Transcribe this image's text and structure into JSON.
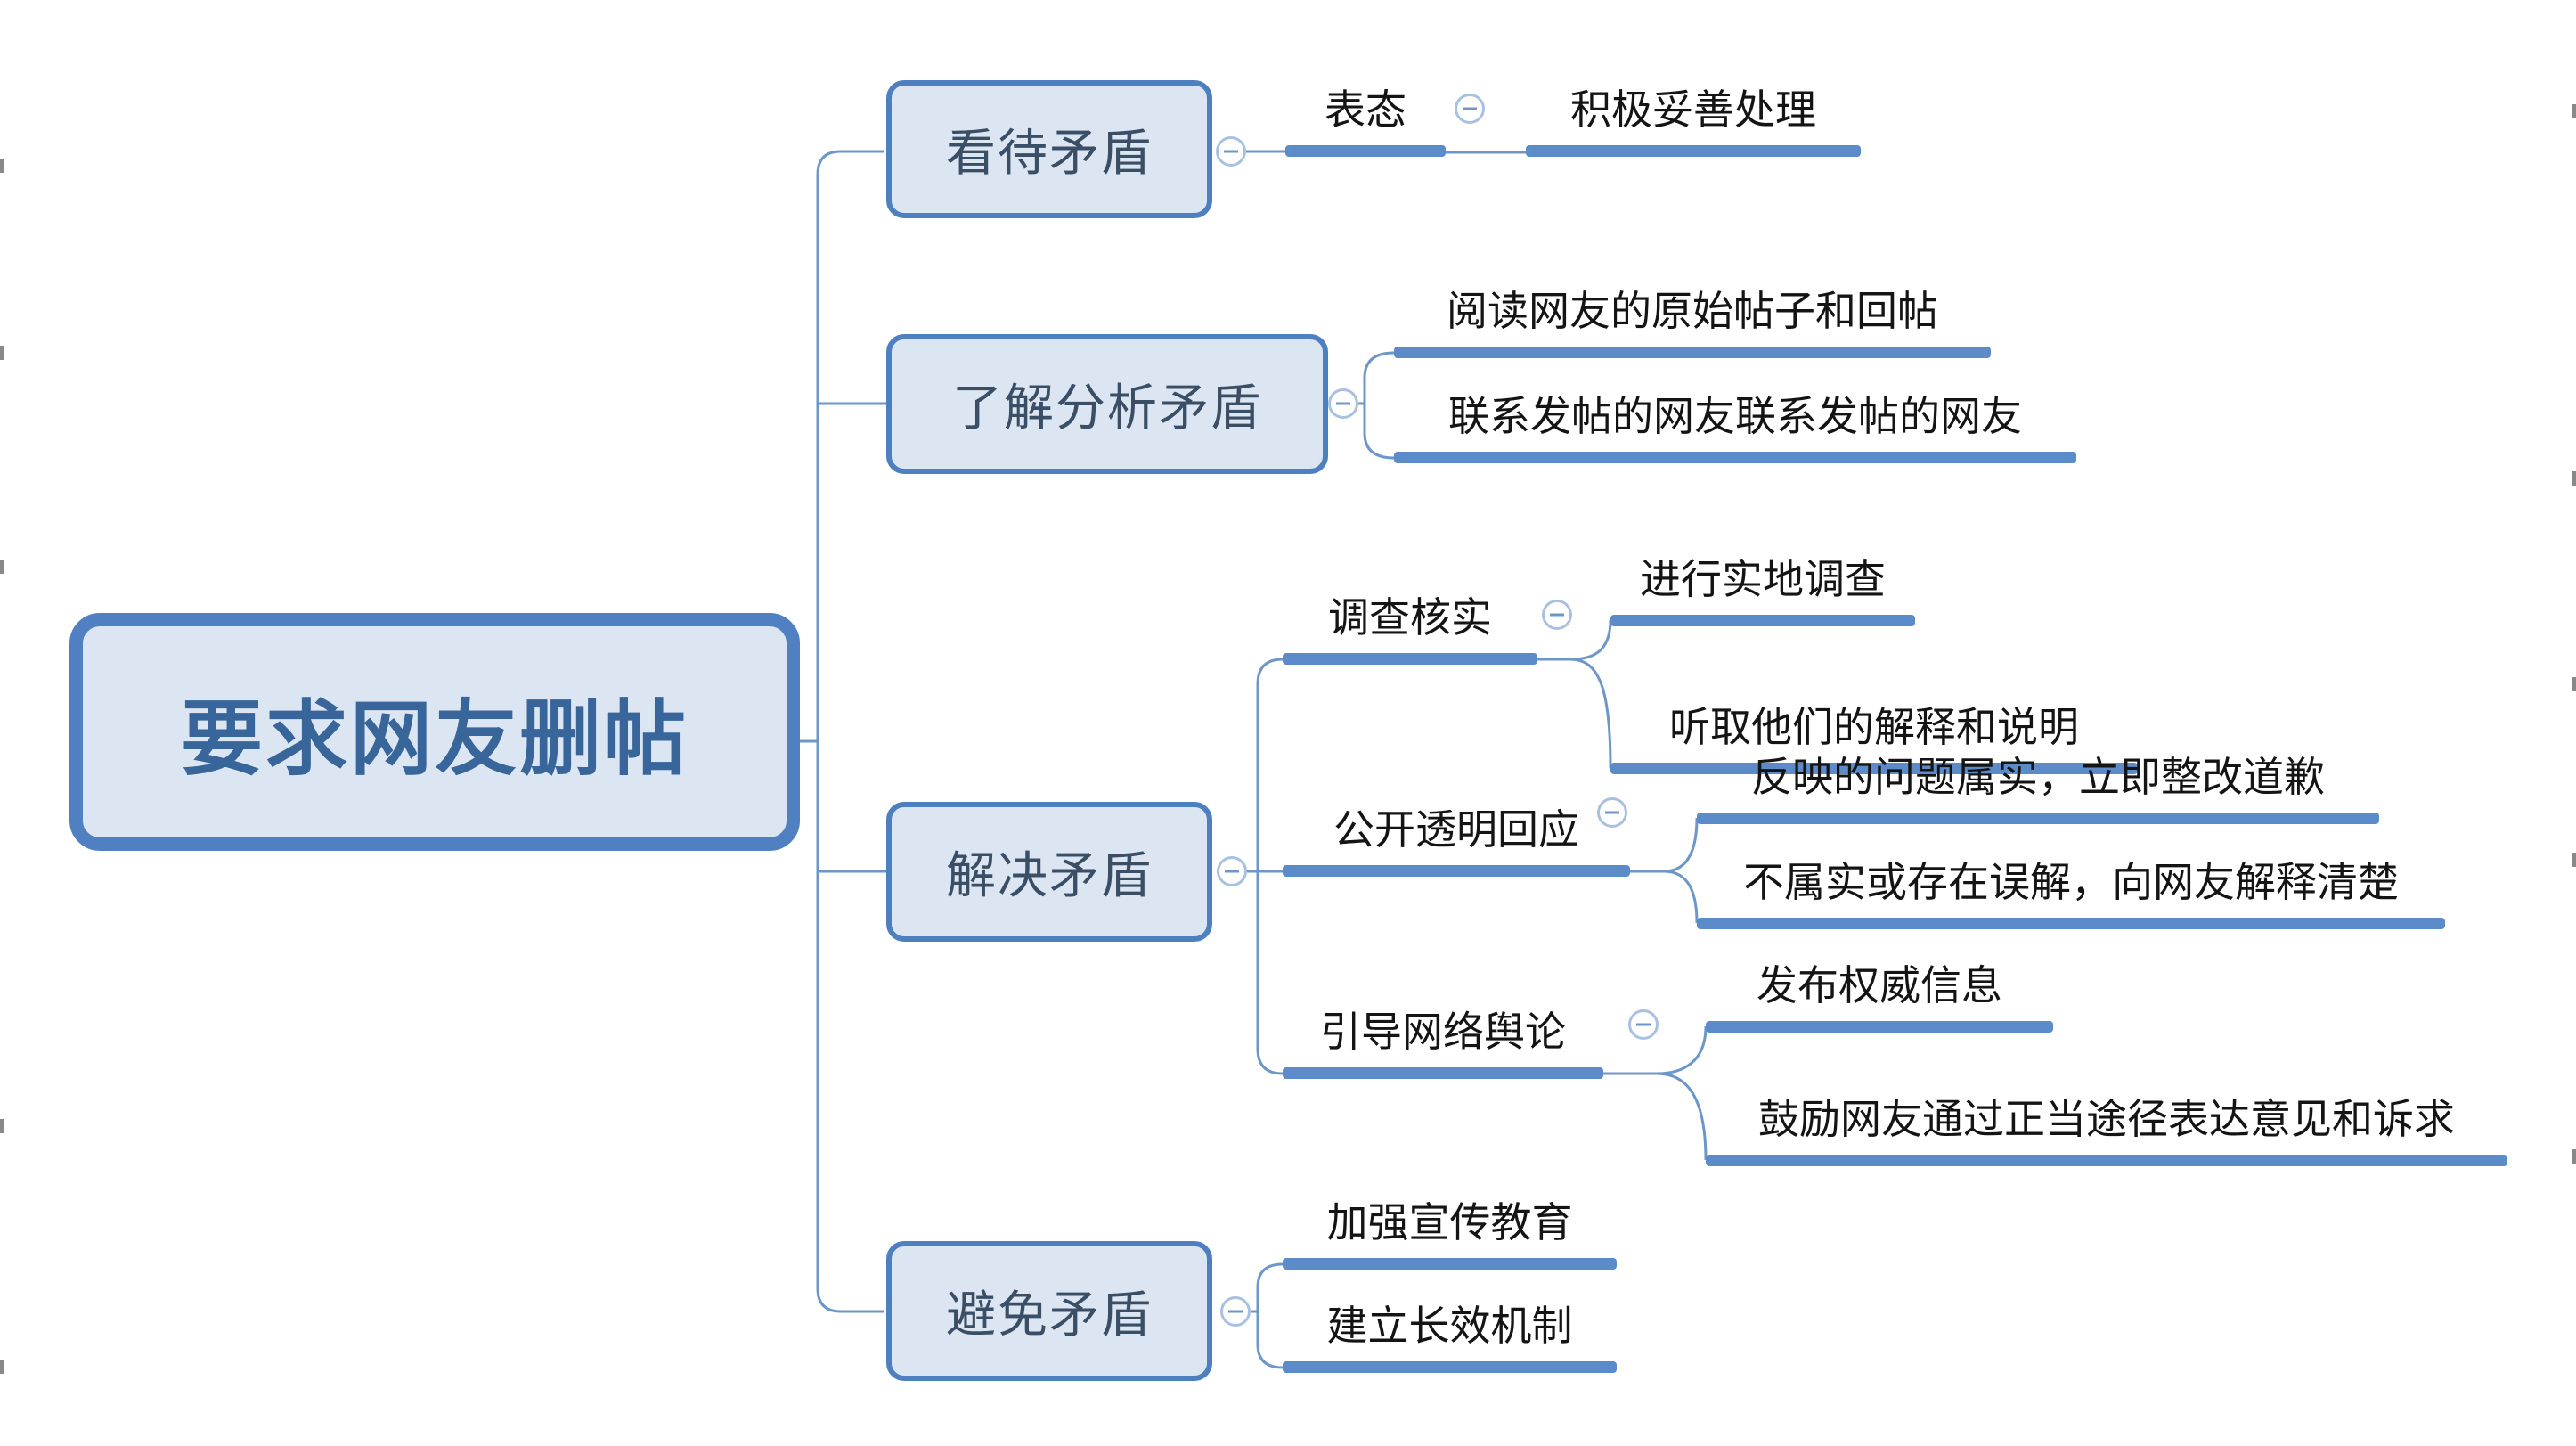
{
  "title": "要求网友删帖",
  "colors": {
    "topic_fill": "#dce6f2",
    "topic_border": "#4e80c0",
    "root_text": "#38659a",
    "branch_text": "#3a4f66",
    "subtopic_text": "#141414",
    "subtopic_bar": "#5b8bc9",
    "connector_line": "#6d96c9",
    "toggle_ring": "#a9c1e0"
  },
  "icons": {
    "collapse": "minus-circle"
  },
  "mindmap": {
    "root": {
      "label": "要求网友删帖"
    },
    "branches": [
      {
        "label": "看待矛盾",
        "children": [
          {
            "label": "表态",
            "children": [
              {
                "label": "积极妥善处理"
              }
            ]
          }
        ]
      },
      {
        "label": "了解分析矛盾",
        "children": [
          {
            "label": "阅读网友的原始帖子和回帖"
          },
          {
            "label": "联系发帖的网友联系发帖的网友"
          }
        ]
      },
      {
        "label": "解决矛盾",
        "children": [
          {
            "label": "调查核实",
            "children": [
              {
                "label": "进行实地调查"
              },
              {
                "label": "听取他们的解释和说明"
              }
            ]
          },
          {
            "label": "公开透明回应",
            "children": [
              {
                "label": "反映的问题属实，立即整改道歉"
              },
              {
                "label": "不属实或存在误解，向网友解释清楚"
              }
            ]
          },
          {
            "label": "引导网络舆论",
            "children": [
              {
                "label": "发布权威信息"
              },
              {
                "label": "鼓励网友通过正当途径表达意见和诉求"
              }
            ]
          }
        ]
      },
      {
        "label": "避免矛盾",
        "children": [
          {
            "label": "加强宣传教育"
          },
          {
            "label": "建立长效机制"
          }
        ]
      }
    ]
  }
}
